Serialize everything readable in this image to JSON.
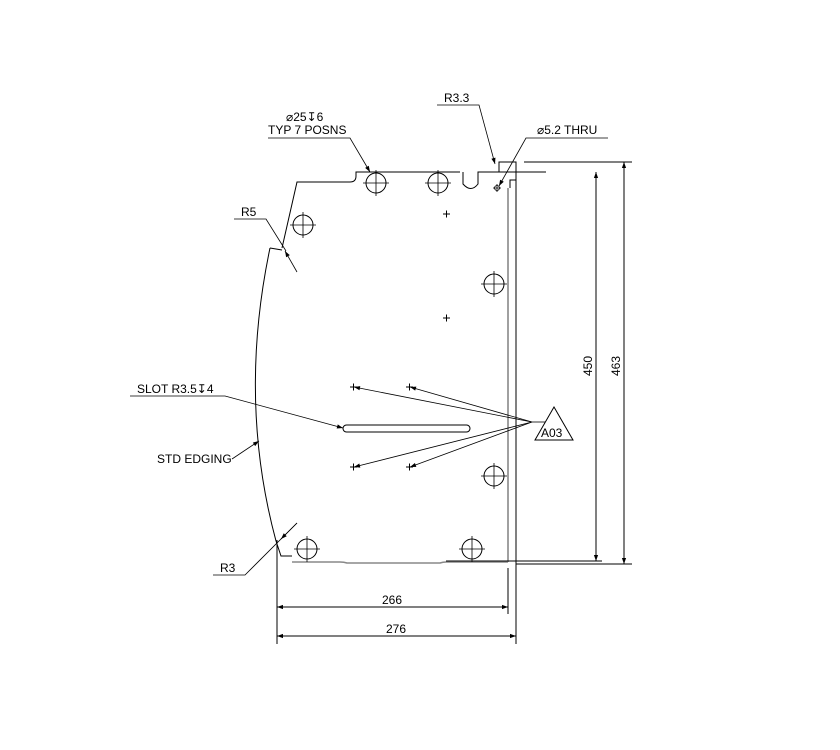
{
  "drawing": {
    "title": "Panel drawing",
    "annotations": {
      "hole_callout_line1": "⌀25↧6",
      "hole_callout_line2": "TYP 7 POSNS",
      "radius_top": "R3.3",
      "thru_hole": "⌀5.2 THRU",
      "radius_r5": "R5",
      "slot": "SLOT R3.5↧4",
      "edging": "STD EDGING",
      "radius_r3": "R3",
      "tag": "A03"
    },
    "dimensions": {
      "width_inner": "266",
      "width_outer": "276",
      "height_inner": "450",
      "height_outer": "463"
    }
  }
}
